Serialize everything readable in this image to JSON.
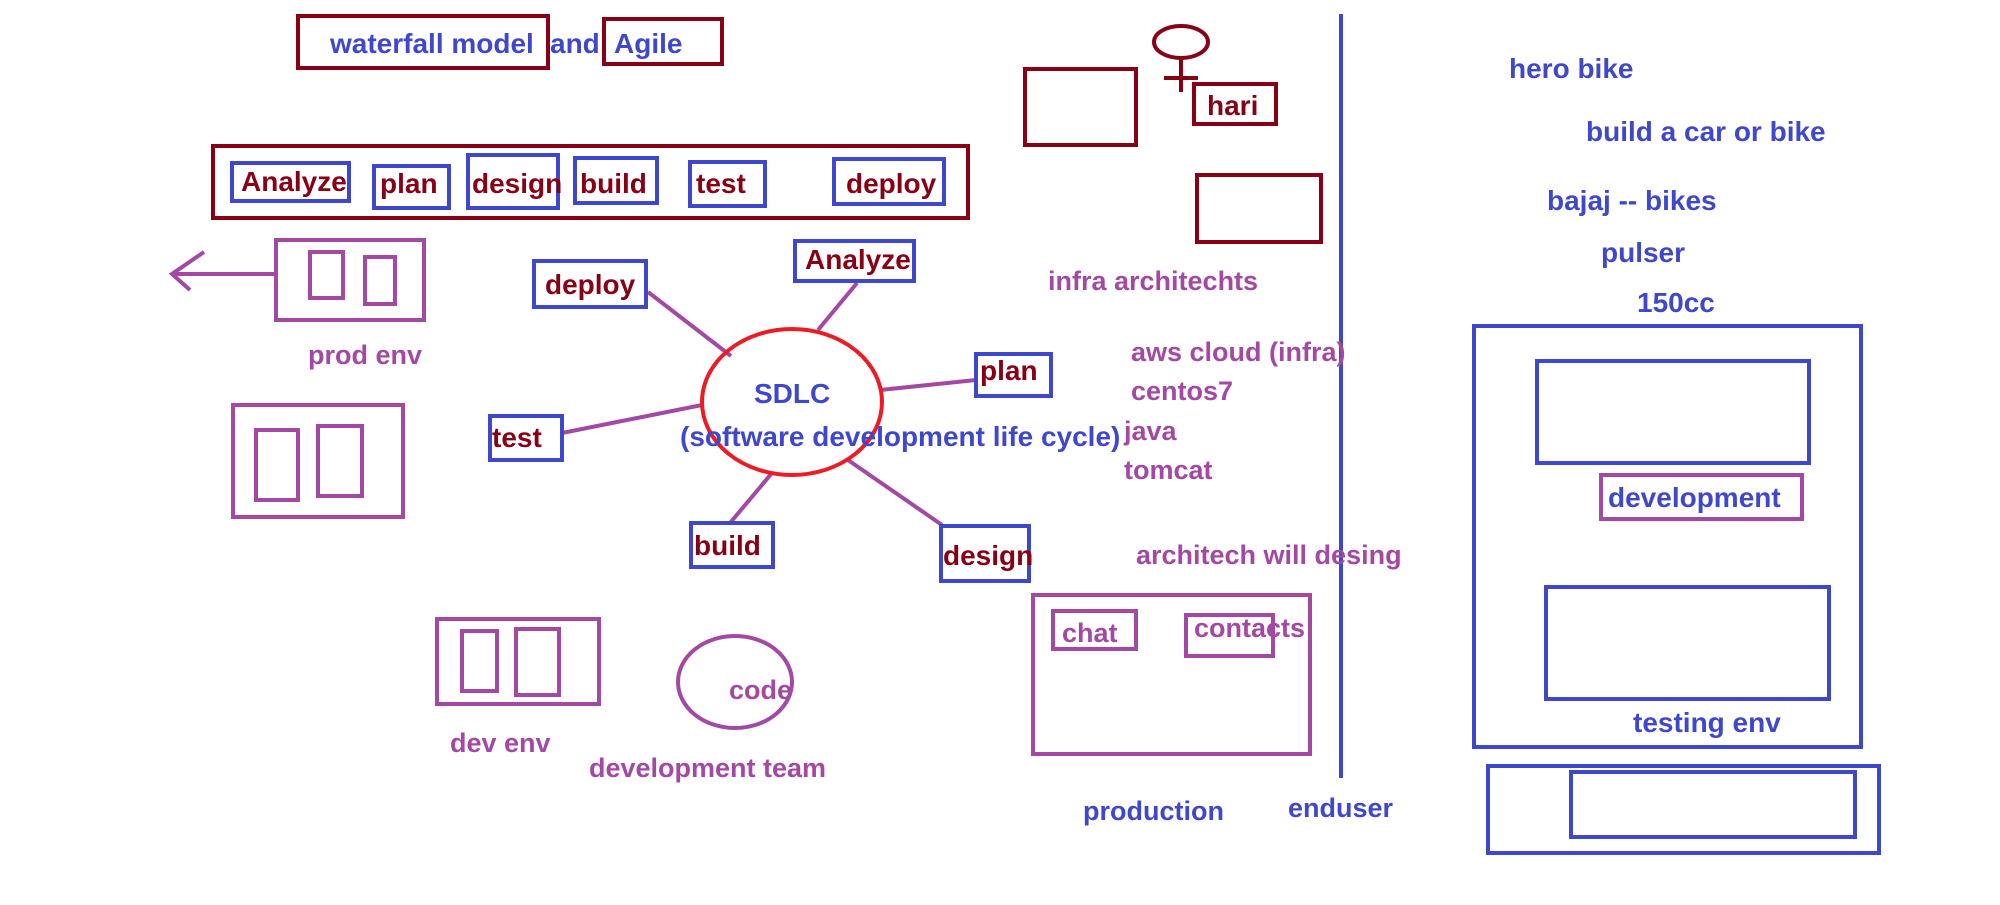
{
  "colors": {
    "blue": "#3f48cc",
    "darkred": "#880015",
    "purple": "#a349a4",
    "red": "#ed1c24",
    "background": "#ffffff"
  },
  "title": {
    "waterfall": "waterfall model",
    "and": "and",
    "agile": "Agile"
  },
  "phases": [
    "Analyze",
    "plan",
    "design",
    "build",
    "test",
    "deploy"
  ],
  "sdlc": {
    "center": "SDLC",
    "full": "(software development life cycle)",
    "spokes": {
      "analyze": "Analyze",
      "plan": "plan",
      "design": "design",
      "build": "build",
      "test": "test",
      "deploy": "deploy"
    }
  },
  "environments": {
    "prod": "prod env",
    "dev": "dev env",
    "code": "code",
    "team": "development team"
  },
  "infra": {
    "person": "hari",
    "heading": "infra architechts",
    "stack": [
      "aws cloud (infra)",
      "centos7",
      "java",
      "tomcat"
    ],
    "note": "architech will desing"
  },
  "production": {
    "chat": "chat",
    "contacts": "contacts",
    "label": "production"
  },
  "enduser": "enduser",
  "notes": [
    "hero bike",
    "build a car or bike",
    "bajaj -- bikes",
    "pulser",
    "150cc"
  ],
  "right_panel": {
    "development": "development",
    "testing": "testing env"
  }
}
